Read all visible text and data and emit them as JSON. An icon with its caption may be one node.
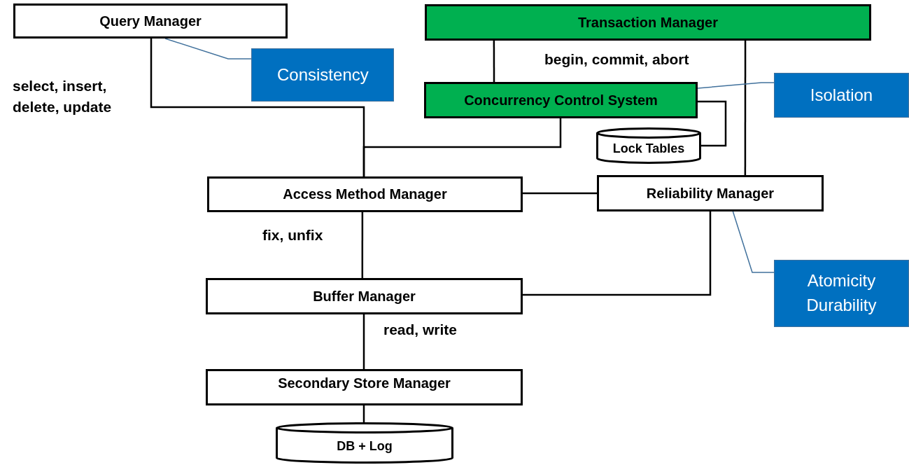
{
  "diagram": {
    "nodes": [
      {
        "text": [
          "Query Manager"
        ]
      },
      {
        "text": [
          "Consistency"
        ]
      },
      {
        "text": [
          "Transaction Manager"
        ]
      },
      {
        "text": [
          "Concurrency Control System"
        ]
      },
      {
        "text": [
          "Isolation"
        ]
      },
      {
        "text": [
          "Lock Tables"
        ]
      },
      {
        "text": [
          "Access Method Manager"
        ]
      },
      {
        "text": [
          "Reliability Manager"
        ]
      },
      {
        "text": [
          "Buffer Manager"
        ]
      },
      {
        "text": [
          "Atomicity Durability"
        ]
      },
      {
        "text": [
          "Secondary Store Manager"
        ]
      },
      {
        "text": [
          "DB  +  Log"
        ]
      }
    ],
    "edges": [
      {
        "from": 0,
        "to": 6,
        "arrow": "none",
        "label": "select, insert, delete, update"
      },
      {
        "from": 3,
        "to": 6,
        "arrow": "none"
      },
      {
        "from": 2,
        "to": 3,
        "arrow": "none",
        "label": "begin, commit, abort"
      },
      {
        "from": 2,
        "to": 7,
        "arrow": "none"
      },
      {
        "from": 3,
        "to": 5,
        "arrow": "none"
      },
      {
        "from": 6,
        "to": 7,
        "arrow": "none"
      },
      {
        "from": 6,
        "to": 8,
        "arrow": "none",
        "label": "fix, unfix"
      },
      {
        "from": 7,
        "to": 8,
        "arrow": "none"
      },
      {
        "from": 8,
        "to": 10,
        "arrow": "none",
        "label": "read, write"
      },
      {
        "from": 10,
        "to": 11,
        "arrow": "none"
      },
      {
        "from": 1,
        "to": 0,
        "arrow": "none",
        "color": "#41719c"
      },
      {
        "from": 4,
        "to": 3,
        "arrow": "none",
        "color": "#41719c"
      },
      {
        "from": 9,
        "to": 7,
        "arrow": "none",
        "color": "#41719c"
      }
    ]
  }
}
